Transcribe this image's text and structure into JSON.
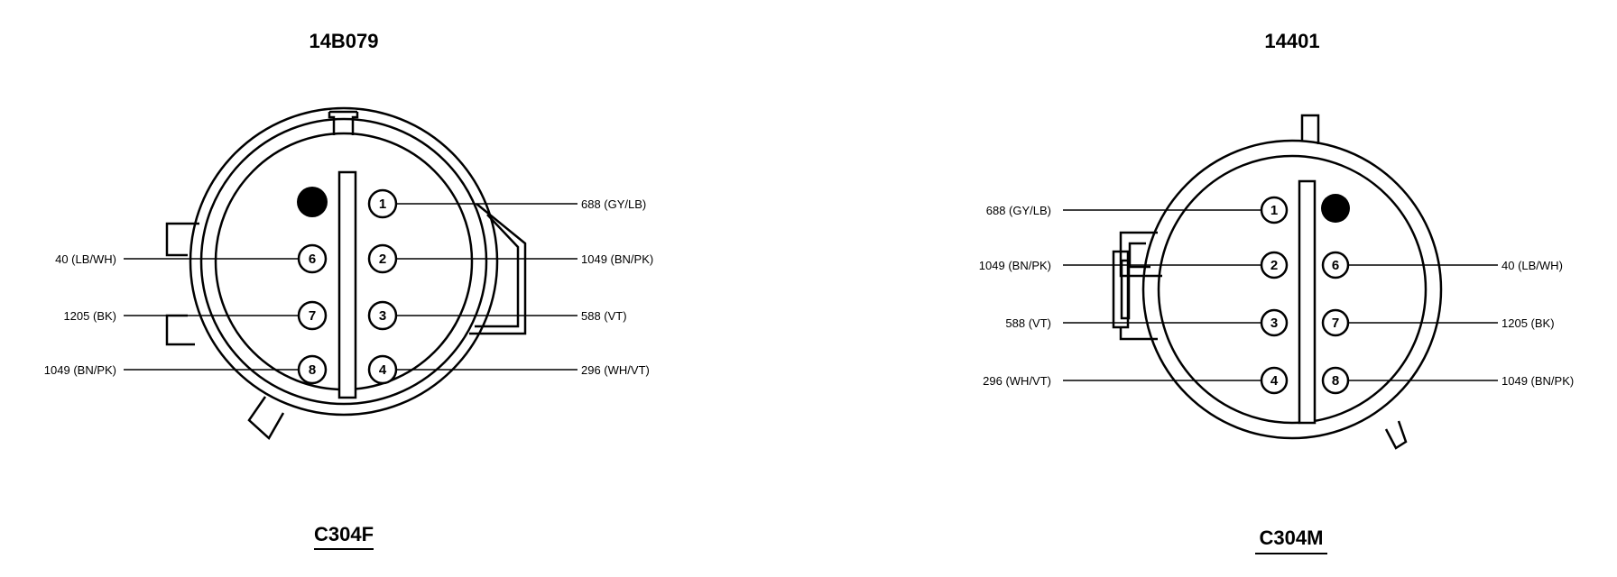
{
  "connectors": [
    {
      "part_number": "14B079",
      "connector_id": "C304F",
      "pins": [
        {
          "pin": "1",
          "circuit": "688 (GY/LB)"
        },
        {
          "pin": "2",
          "circuit": "1049 (BN/PK)"
        },
        {
          "pin": "3",
          "circuit": "588 (VT)"
        },
        {
          "pin": "4",
          "circuit": "296 (WH/VT)"
        },
        {
          "pin": "6",
          "circuit": "40 (LB/WH)"
        },
        {
          "pin": "7",
          "circuit": "1205 (BK)"
        },
        {
          "pin": "8",
          "circuit": "1049 (BN/PK)"
        }
      ]
    },
    {
      "part_number": "14401",
      "connector_id": "C304M",
      "pins": [
        {
          "pin": "1",
          "circuit": "688 (GY/LB)"
        },
        {
          "pin": "2",
          "circuit": "1049 (BN/PK)"
        },
        {
          "pin": "3",
          "circuit": "588 (VT)"
        },
        {
          "pin": "4",
          "circuit": "296 (WH/VT)"
        },
        {
          "pin": "6",
          "circuit": "40 (LB/WH)"
        },
        {
          "pin": "7",
          "circuit": "1205 (BK)"
        },
        {
          "pin": "8",
          "circuit": "1049 (BN/PK)"
        }
      ]
    }
  ]
}
